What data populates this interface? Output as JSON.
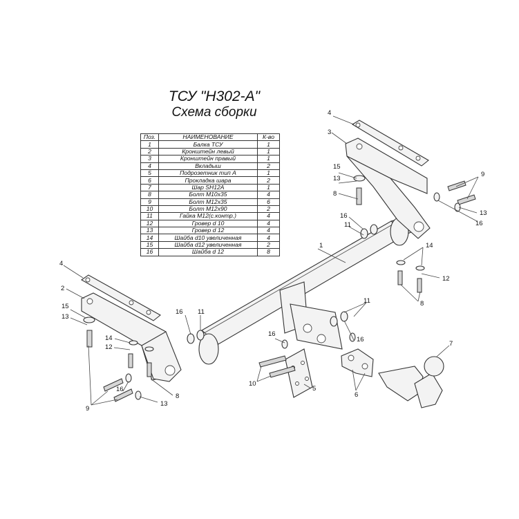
{
  "title": {
    "line1": "ТСУ \"H302-A\"",
    "line2": "Схема сборки"
  },
  "table": {
    "headers": [
      "Поз.",
      "НАИМЕНОВАНИЕ",
      "К-во"
    ],
    "rows": [
      [
        "1",
        "Балка ТСУ",
        "1"
      ],
      [
        "2",
        "Кронштейн левый",
        "1"
      ],
      [
        "3",
        "Кронштейн правый",
        "1"
      ],
      [
        "4",
        "Вкладыш",
        "2"
      ],
      [
        "5",
        "Подрозетник тип А",
        "1"
      ],
      [
        "6",
        "Прокладка шара",
        "2"
      ],
      [
        "7",
        "Шар SH12A",
        "1"
      ],
      [
        "8",
        "Болт М10х35",
        "4"
      ],
      [
        "9",
        "Болт М12х35",
        "6"
      ],
      [
        "10",
        "Болт М12х90",
        "2"
      ],
      [
        "11",
        "Гайка М12(с.контр.)",
        "4"
      ],
      [
        "12",
        "Гровер d 10",
        "4"
      ],
      [
        "13",
        "Гровер d 12",
        "4"
      ],
      [
        "14",
        "Шайба d10 увеличенная",
        "4"
      ],
      [
        "15",
        "Шайба d12 увеличенная",
        "2"
      ],
      [
        "16",
        "Шайба d 12",
        "8"
      ]
    ]
  },
  "callouts": {
    "c1": "1",
    "c2": "2",
    "c3": "3",
    "c4a": "4",
    "c4b": "4",
    "c5": "5",
    "c6": "6",
    "c7": "7",
    "c8a": "8",
    "c8b": "8",
    "c8c": "8",
    "c9a": "9",
    "c9b": "9",
    "c10": "10",
    "c11a": "11",
    "c11b": "11",
    "c11c": "11",
    "c12a": "12",
    "c12b": "12",
    "c13a": "13",
    "c13b": "13",
    "c13c": "13",
    "c13d": "13",
    "c14a": "14",
    "c14b": "14",
    "c15a": "15",
    "c15b": "15",
    "c16a": "16",
    "c16b": "16",
    "c16c": "16",
    "c16d": "16",
    "c16e": "16",
    "c16f": "16"
  }
}
